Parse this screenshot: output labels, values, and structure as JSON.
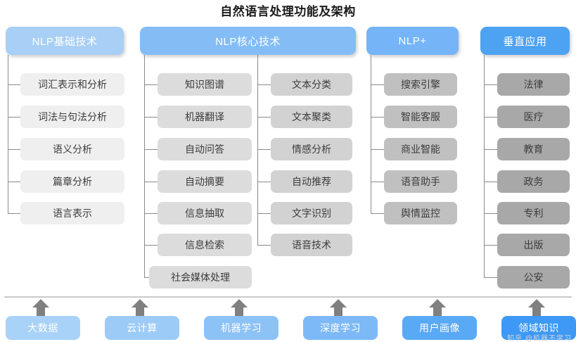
{
  "title": "自然语言处理功能及架构",
  "watermark": "知乎 @机器不学习",
  "palette": {
    "header_blue_1": "#a8cff5",
    "header_blue_2": "#84bdf5",
    "header_blue_3": "#74b4f7",
    "header_blue_4": "#4ea2f2",
    "item_gray_1": "#efefef",
    "item_gray_2": "#dcdcdc",
    "item_gray_3": "#d2d2d2",
    "item_gray_4": "#c0c0c0",
    "item_gray_5": "#a8a8a8",
    "line_gray": "#8a8a8a",
    "arrow_gray": "#808080",
    "divider_gray": "#c9c9c9",
    "title_color": "#1a1a1a"
  },
  "columns": [
    {
      "header": "NLP基础技术",
      "items": [
        "词汇表示和分析",
        "词法与句法分析",
        "语义分析",
        "篇章分析",
        "语言表示"
      ]
    },
    {
      "header": "NLP核心技术",
      "items": [
        "知识图谱",
        "机器翻译",
        "自动问答",
        "自动摘要",
        "信息抽取",
        "信息检索",
        "社会媒体处理"
      ]
    },
    {
      "header": "",
      "items": [
        "文本分类",
        "文本聚类",
        "情感分析",
        "自动推荐",
        "文字识别",
        "语音技术"
      ]
    },
    {
      "header": "NLP+",
      "items": [
        "搜索引擎",
        "智能客服",
        "商业智能",
        "语音助手",
        "舆情监控"
      ]
    },
    {
      "header": "垂直应用",
      "items": [
        "法律",
        "医疗",
        "教育",
        "政务",
        "专利",
        "出版",
        "公安"
      ]
    }
  ],
  "foundation": {
    "items": [
      {
        "label": "大数据",
        "color": "#a8d2f7"
      },
      {
        "label": "云计算",
        "color": "#9ccbf7"
      },
      {
        "label": "机器学习",
        "color": "#8dc2f7"
      },
      {
        "label": "深度学习",
        "color": "#7eb9f7"
      },
      {
        "label": "用户画像",
        "color": "#5aa9f5"
      },
      {
        "label": "领域知识",
        "color": "#3d99f5"
      }
    ]
  }
}
